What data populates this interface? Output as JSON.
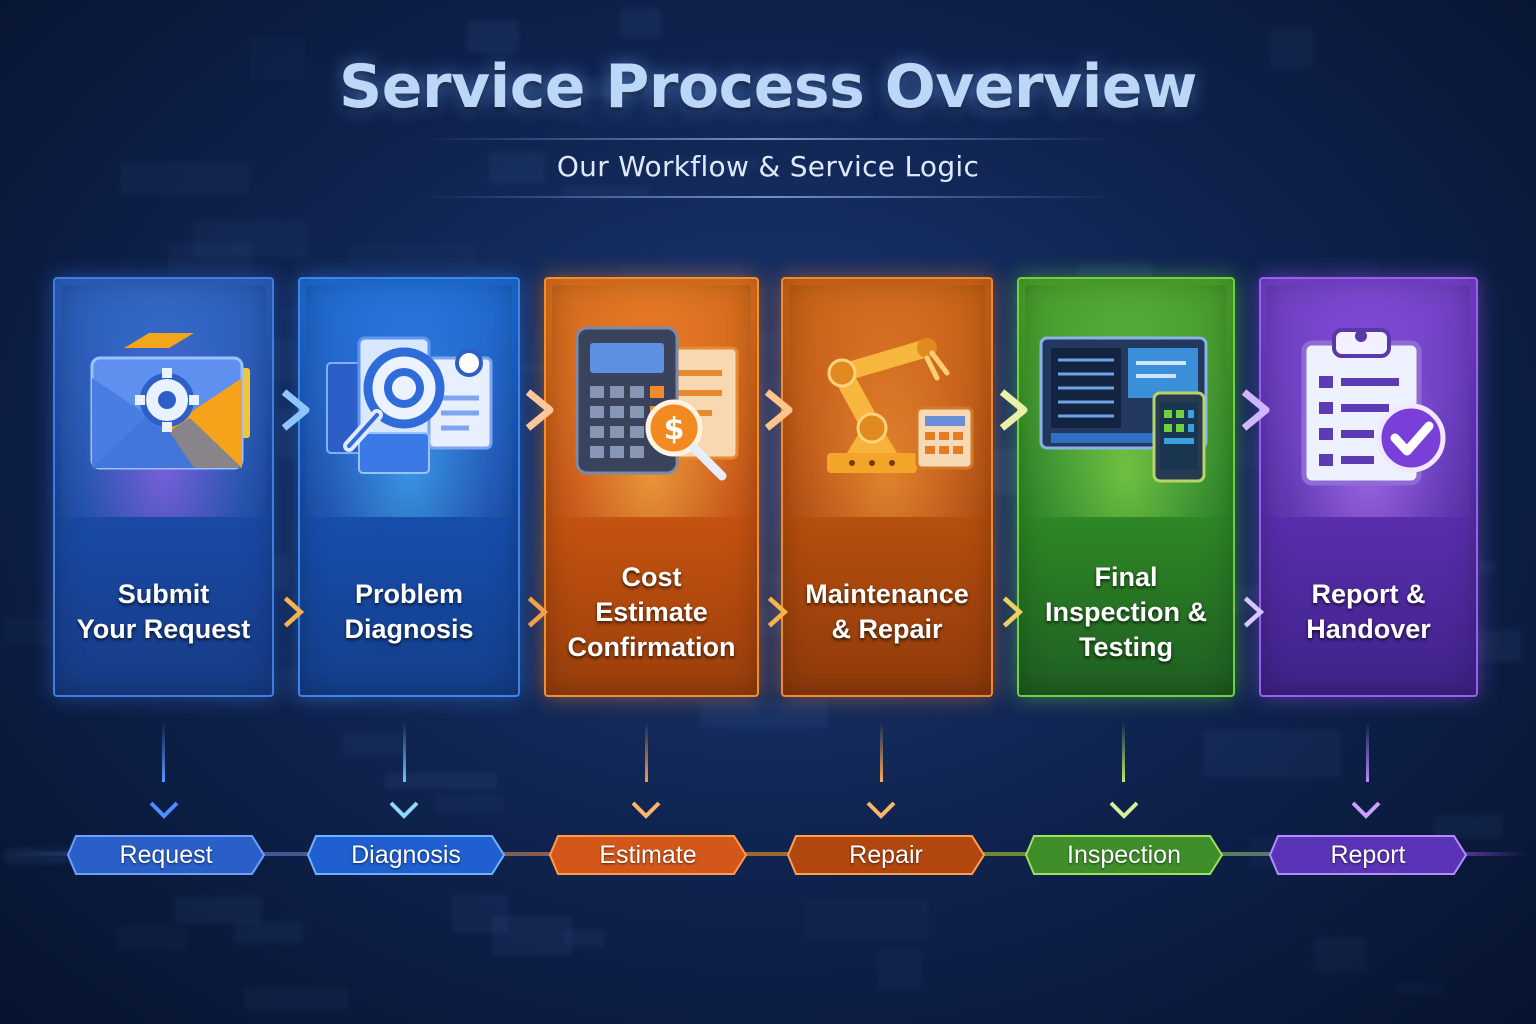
{
  "header": {
    "title": "Service Process Overview",
    "subtitle": "Our Workflow & Service Logic"
  },
  "steps": [
    {
      "label": "Submit\nYour Request",
      "tag": "Request",
      "icon": "envelope-gear-icon",
      "color": "#2f6fd8"
    },
    {
      "label": "Problem\nDiagnosis",
      "tag": "Diagnosis",
      "icon": "magnifier-documents-icon",
      "color": "#1f6fe0"
    },
    {
      "label": "Cost\nEstimate\nConfirmation",
      "tag": "Estimate",
      "icon": "calculator-dollar-icon",
      "color": "#e8761c"
    },
    {
      "label": "Maintenance\n& Repair",
      "tag": "Repair",
      "icon": "robot-arm-icon",
      "color": "#d8650f"
    },
    {
      "label": "Final\nInspection &\nTesting",
      "tag": "Inspection",
      "icon": "monitor-tablet-icon",
      "color": "#55b431"
    },
    {
      "label": "Report &\nHandover",
      "tag": "Report",
      "icon": "clipboard-check-icon",
      "color": "#7a44d6"
    }
  ]
}
